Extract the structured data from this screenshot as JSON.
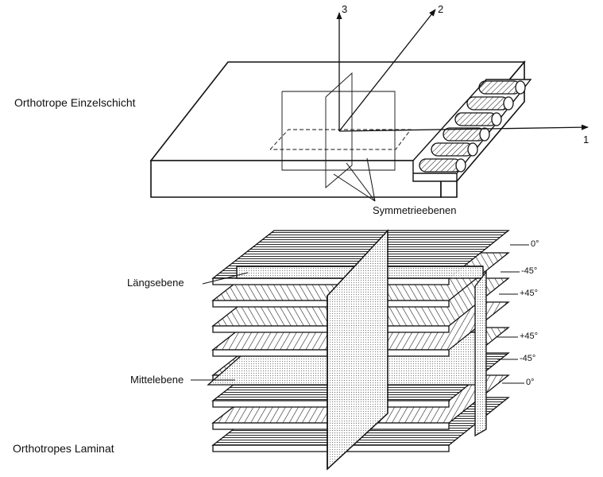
{
  "labels": {
    "single_layer": "Orthotrope Einzelschicht",
    "symmetry_planes": "Symmetrieebenen",
    "longitudinal_plane": "Längsebene",
    "mid_plane": "Mittelebene",
    "laminate": "Orthotropes Laminat"
  },
  "axes": {
    "x1": "1",
    "x2": "2",
    "x3": "3"
  },
  "ply_angles": [
    "0°",
    "-45°",
    "+45°",
    "+45°",
    "-45°",
    "0°"
  ]
}
